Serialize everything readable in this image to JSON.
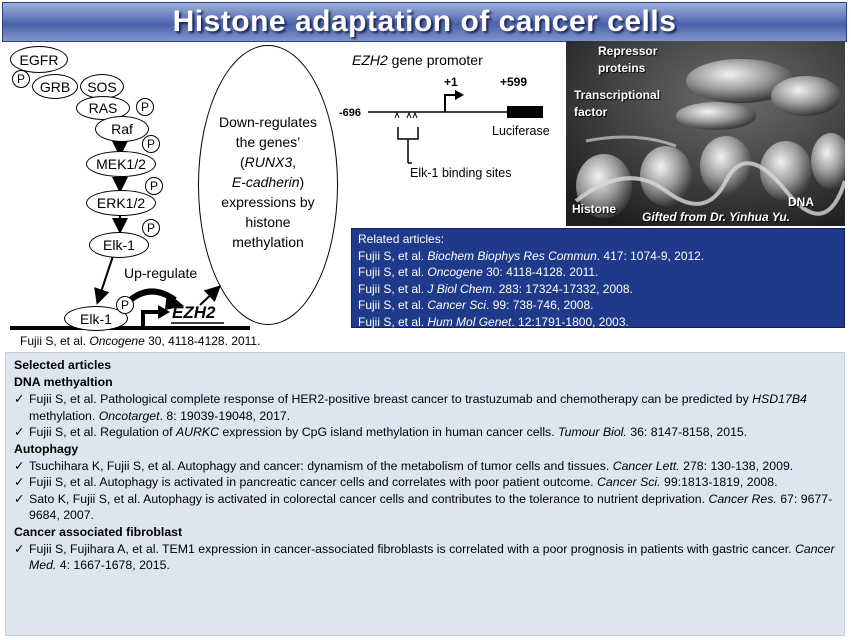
{
  "title": "Histone adaptation of cancer cells",
  "pathway": {
    "egfr": "EGFR",
    "grb": "GRB",
    "sos": "SOS",
    "ras": "RAS",
    "raf": "Raf",
    "mek": "MEK1/2",
    "erk": "ERK1/2",
    "elk1": "Elk-1",
    "elk1_bottom": "Elk-1",
    "p": "P",
    "up_regulate": "Up-regulate",
    "ezh2": "EZH2"
  },
  "oval_text": {
    "line1": "Down-regulates",
    "line2": "the genes’",
    "line3_prefix": "(",
    "line3_gene": "RUNX3",
    "line3_suffix": ",",
    "line4_gene": "E-cadherin",
    "line4_suffix": ")",
    "line5": "expressions by",
    "line6": "histone",
    "line7": "methylation"
  },
  "citation": {
    "prefix": "Fujii S, et al. ",
    "journal": "Oncogene",
    "suffix": " 30, 4118-4128. 2011."
  },
  "promoter": {
    "title_gene": "EZH2",
    "title_rest": " gene promoter",
    "plus1": "+1",
    "plus599": "+599",
    "minus696": "-696",
    "luciferase": "Luciferase",
    "elk_sites": "Elk-1 binding sites"
  },
  "micrograph": {
    "repressor": "Repressor",
    "proteins": "proteins",
    "transcriptional": "Transcriptional",
    "factor": "factor",
    "histone": "Histone",
    "dna": "DNA",
    "credit": "Gifted from Dr. Yinhua Yu."
  },
  "related": {
    "heading": "Related articles:",
    "items": [
      {
        "authors": "Fujii S, et al. ",
        "journal": "Biochem Biophys Res Commun",
        "rest": ". 417: 1074-9, 2012."
      },
      {
        "authors": "Fujii S, et al. ",
        "journal": "Oncogene",
        "rest": " 30: 4118-4128. 2011."
      },
      {
        "authors": "Fujii S, et al. ",
        "journal": "J Biol Chem",
        "rest": ". 283: 17324-17332, 2008."
      },
      {
        "authors": "Fujii S, et al. ",
        "journal": "Cancer Sci",
        "rest": ". 99: 738-746, 2008."
      },
      {
        "authors": "Fujii S, et al. ",
        "journal": "Hum Mol Genet",
        "rest": ". 12:1791-1800, 2003."
      }
    ]
  },
  "selected": {
    "heading": "Selected articles",
    "check": "✓",
    "dna_heading": "DNA methyaltion",
    "dna1_a": "Fujii S, et al. Pathological complete response of HER2-positive breast cancer to trastuzumab and chemotherapy can be predicted by ",
    "dna1_gene": "HSD17B4",
    "dna1_b": " methylation. ",
    "dna1_journal": "Oncotarget",
    "dna1_c": ". 8: 19039-19048, 2017.",
    "dna2_a": "Fujii S, et al. Regulation of ",
    "dna2_gene": "AURKC",
    "dna2_b": " expression by CpG island methylation in human cancer cells. ",
    "dna2_journal": "Tumour Biol.",
    "dna2_c": " 36: 8147-8158, 2015.",
    "auto_heading": "Autophagy",
    "auto1_a": "Tsuchihara K, Fujii S, et al. Autophagy and cancer: dynamism of the metabolism of tumor cells and tissues. ",
    "auto1_journal": "Cancer Lett.",
    "auto1_c": " 278: 130-138, 2009.",
    "auto2_a": "Fujii S, et al. Autophagy is activated in pancreatic cancer cells and correlates with poor patient outcome. ",
    "auto2_journal": "Cancer Sci.",
    "auto2_c": " 99:1813-1819, 2008.",
    "auto3_a": "Sato K, Fujii S, et al. Autophagy is activated in colorectal cancer cells and contributes to the tolerance to nutrient deprivation. ",
    "auto3_journal": "Cancer Res.",
    "auto3_c": " 67: 9677-9684, 2007.",
    "caf_heading": "Cancer associated fibroblast",
    "caf1_a": "Fujii S, Fujihara A, et al. TEM1 expression in cancer-associated fibroblasts is correlated with a poor prognosis in patients with gastric cancer. ",
    "caf1_journal": "Cancer Med.",
    "caf1_c": " 4: 1667-1678, 2015."
  }
}
